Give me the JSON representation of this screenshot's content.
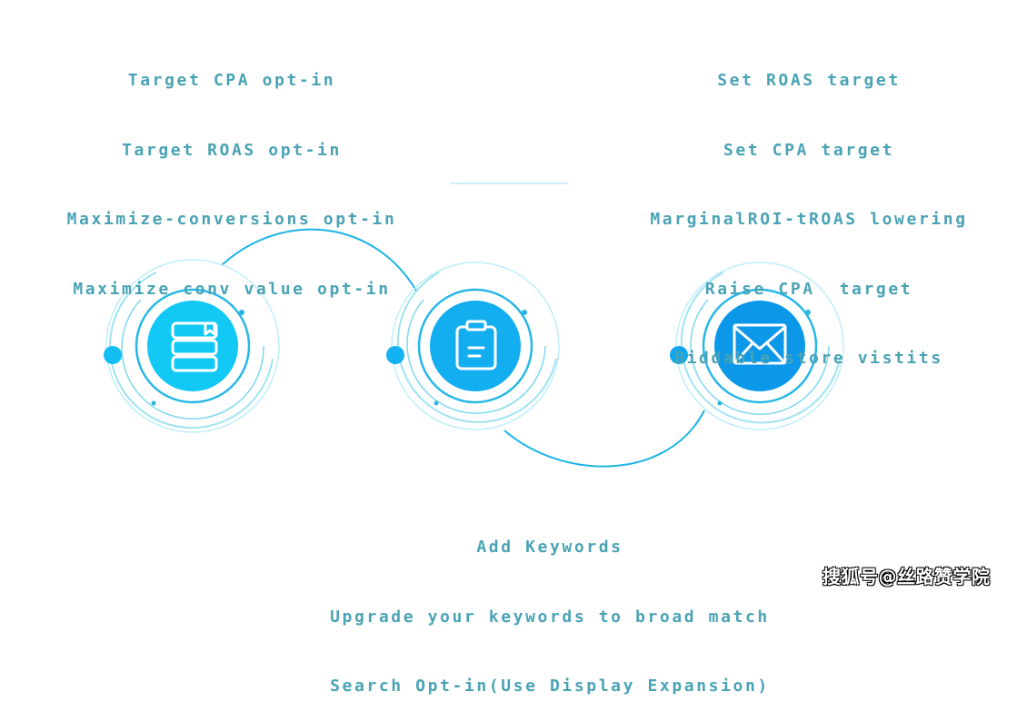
{
  "left_block": {
    "lines": [
      "Target CPA opt-in",
      "Target ROAS opt-in",
      "Maximize-conversions opt-in",
      "Maximize conv value opt-in"
    ]
  },
  "right_block": {
    "lines": [
      "Set ROAS target",
      "Set CPA target",
      "MarginalROI-tROAS lowering",
      "Raise CPA  target",
      "Biddable store vistits"
    ]
  },
  "bottom_block": {
    "lines": [
      "Add Keywords",
      "Upgrade your keywords to broad match",
      "Search Opt-in(Use Display Expansion)"
    ]
  },
  "nodes": [
    {
      "icon": "book-stack-icon"
    },
    {
      "icon": "clipboard-icon"
    },
    {
      "icon": "envelope-icon"
    }
  ],
  "colors": {
    "text": "#4aa3b5",
    "ring_light": "#9fe3f2",
    "ring_mid": "#3fc6ea",
    "connector": "#1ab3e6",
    "fill_1": "#12c8f5",
    "fill_2": "#12aef0",
    "fill_3": "#0c98e8"
  },
  "watermark": "搜狐号@丝路赞学院"
}
